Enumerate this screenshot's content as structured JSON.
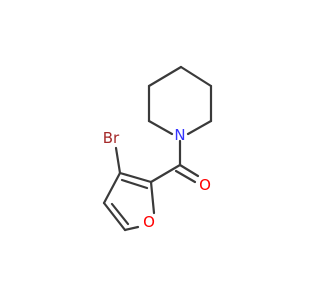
{
  "molecule": {
    "atoms": [
      {
        "id": "N",
        "symbol": "N",
        "color": "#3333ff"
      },
      {
        "id": "O1",
        "symbol": "O",
        "color": "#ff0000"
      },
      {
        "id": "O2",
        "symbol": "O",
        "color": "#ff0000"
      },
      {
        "id": "Br",
        "symbol": "Br",
        "color": "#a52a2a"
      }
    ],
    "bond_color": "#3a3a3a"
  }
}
